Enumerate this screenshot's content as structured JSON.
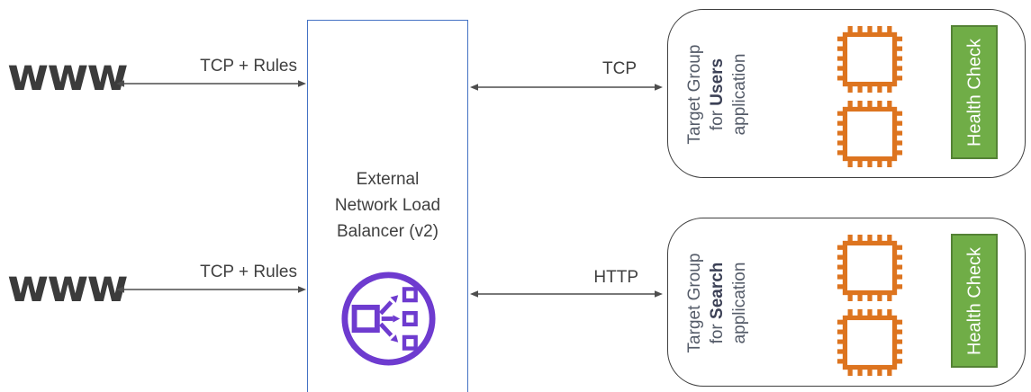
{
  "www_top": {
    "label": "www"
  },
  "www_bottom": {
    "label": "www"
  },
  "load_balancer": {
    "title_line1": "External",
    "title_line2": "Network Load",
    "title_line3": "Balancer (v2)",
    "icon": "load-balancer-icon"
  },
  "connections": {
    "top_left": {
      "label": "TCP + Rules"
    },
    "bottom_left": {
      "label": "TCP + Rules"
    },
    "top_right": {
      "label": "TCP"
    },
    "bottom_right": {
      "label": "HTTP"
    }
  },
  "target_groups": {
    "users": {
      "line1": "Target Group",
      "line2_prefix": "for ",
      "line2_bold": "Users",
      "line3": "application",
      "health_check_label": "Health Check",
      "instance_count": 2,
      "instance_icon": "cpu-chip-icon"
    },
    "search": {
      "line1": "Target Group",
      "line2_prefix": "for ",
      "line2_bold": "Search",
      "line3": "application",
      "health_check_label": "Health Check",
      "instance_count": 2,
      "instance_icon": "cpu-chip-icon"
    }
  },
  "colors": {
    "lb_box_border": "#4472c4",
    "lb_icon_purple": "#6e3bcf",
    "chip_orange": "#dd741f",
    "health_check_fill": "#70ad47",
    "health_check_border": "#548235",
    "arrow_gray": "#4d4d4d",
    "text_gray": "#404040",
    "tg_border": "#3f3f3f"
  }
}
